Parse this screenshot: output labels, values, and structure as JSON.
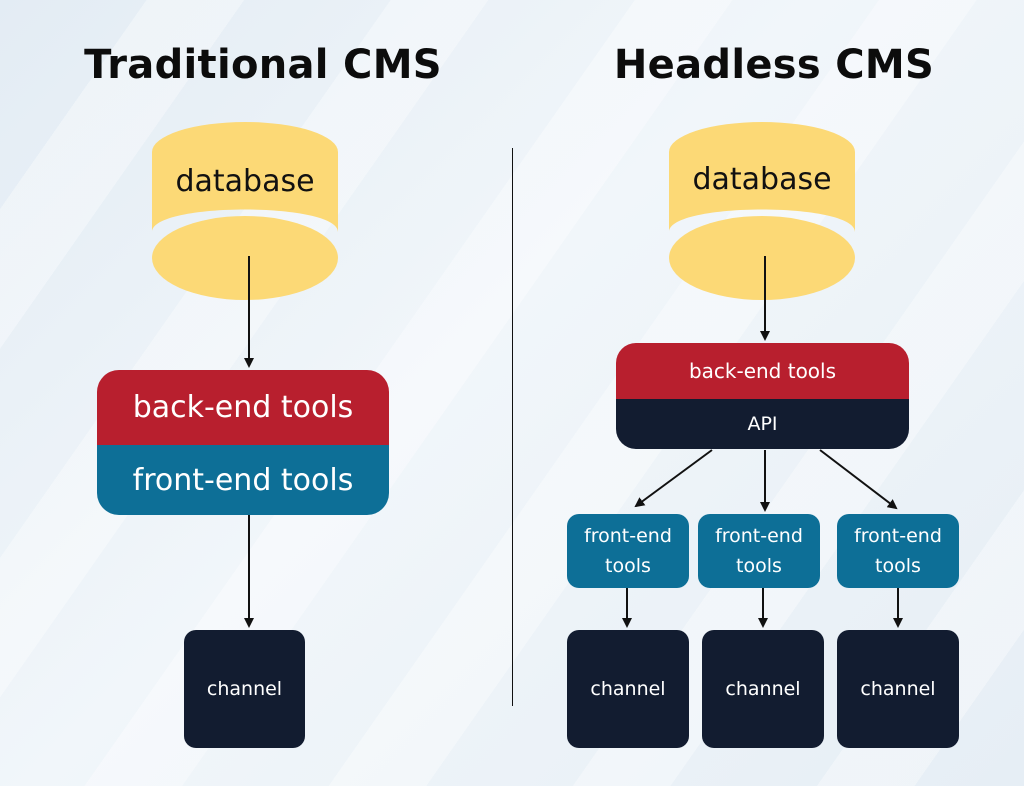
{
  "traditional": {
    "title": "Traditional CMS",
    "database": "database",
    "back_end": "back-end tools",
    "front_end": "front-end tools",
    "channel": "channel"
  },
  "headless": {
    "title": "Headless CMS",
    "database": "database",
    "back_end": "back-end tools",
    "api": "API",
    "front_ends": [
      {
        "line1": "front-end",
        "line2": "tools"
      },
      {
        "line1": "front-end",
        "line2": "tools"
      },
      {
        "line1": "front-end",
        "line2": "tools"
      }
    ],
    "channels": [
      "channel",
      "channel",
      "channel"
    ]
  },
  "colors": {
    "database": "#fcd976",
    "back_end": "#b81f2e",
    "front_end": "#0d6f97",
    "channel": "#121c30",
    "api": "#121c30"
  }
}
